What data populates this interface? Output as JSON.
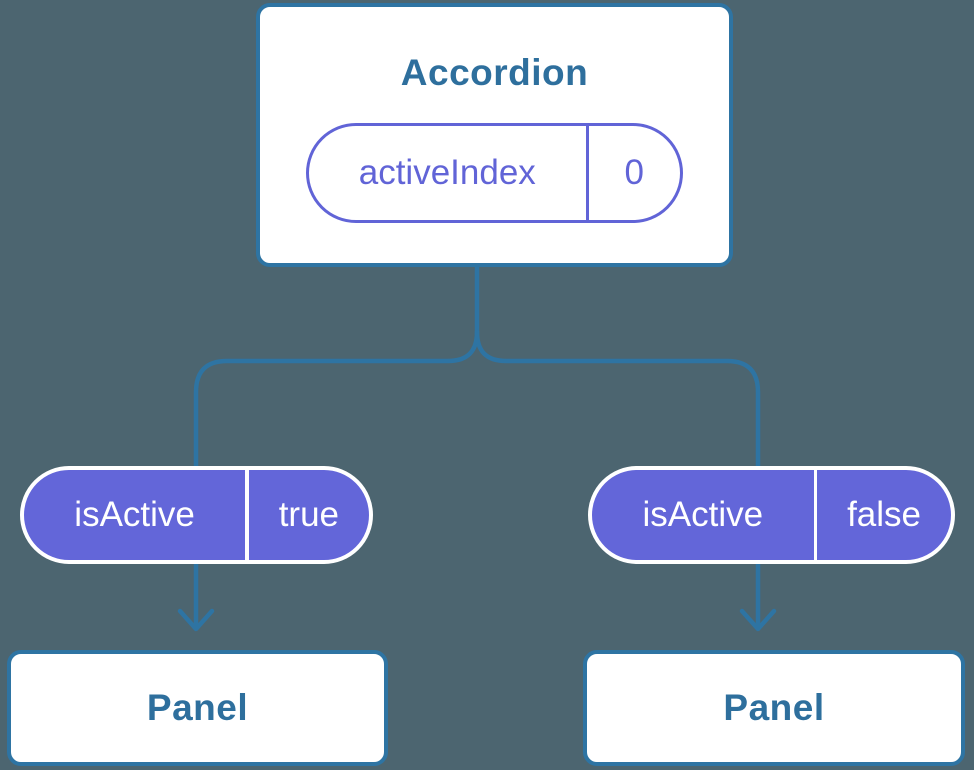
{
  "diagram": {
    "root_component": {
      "title": "Accordion",
      "state": {
        "name": "activeIndex",
        "value": "0"
      }
    },
    "branches": [
      {
        "prop": {
          "name": "isActive",
          "value": "true"
        },
        "component": {
          "title": "Panel"
        }
      },
      {
        "prop": {
          "name": "isActive",
          "value": "false"
        },
        "component": {
          "title": "Panel"
        }
      }
    ]
  },
  "colors": {
    "background": "#4C6570",
    "connector_blue": "#2E74A3",
    "heading_blue": "#2E6F9D",
    "pill_purple": "#6164D7",
    "pill_fill_purple": "#6366D9",
    "pill_text_white": "#FFFFFF",
    "card_white": "#FFFFFF"
  }
}
